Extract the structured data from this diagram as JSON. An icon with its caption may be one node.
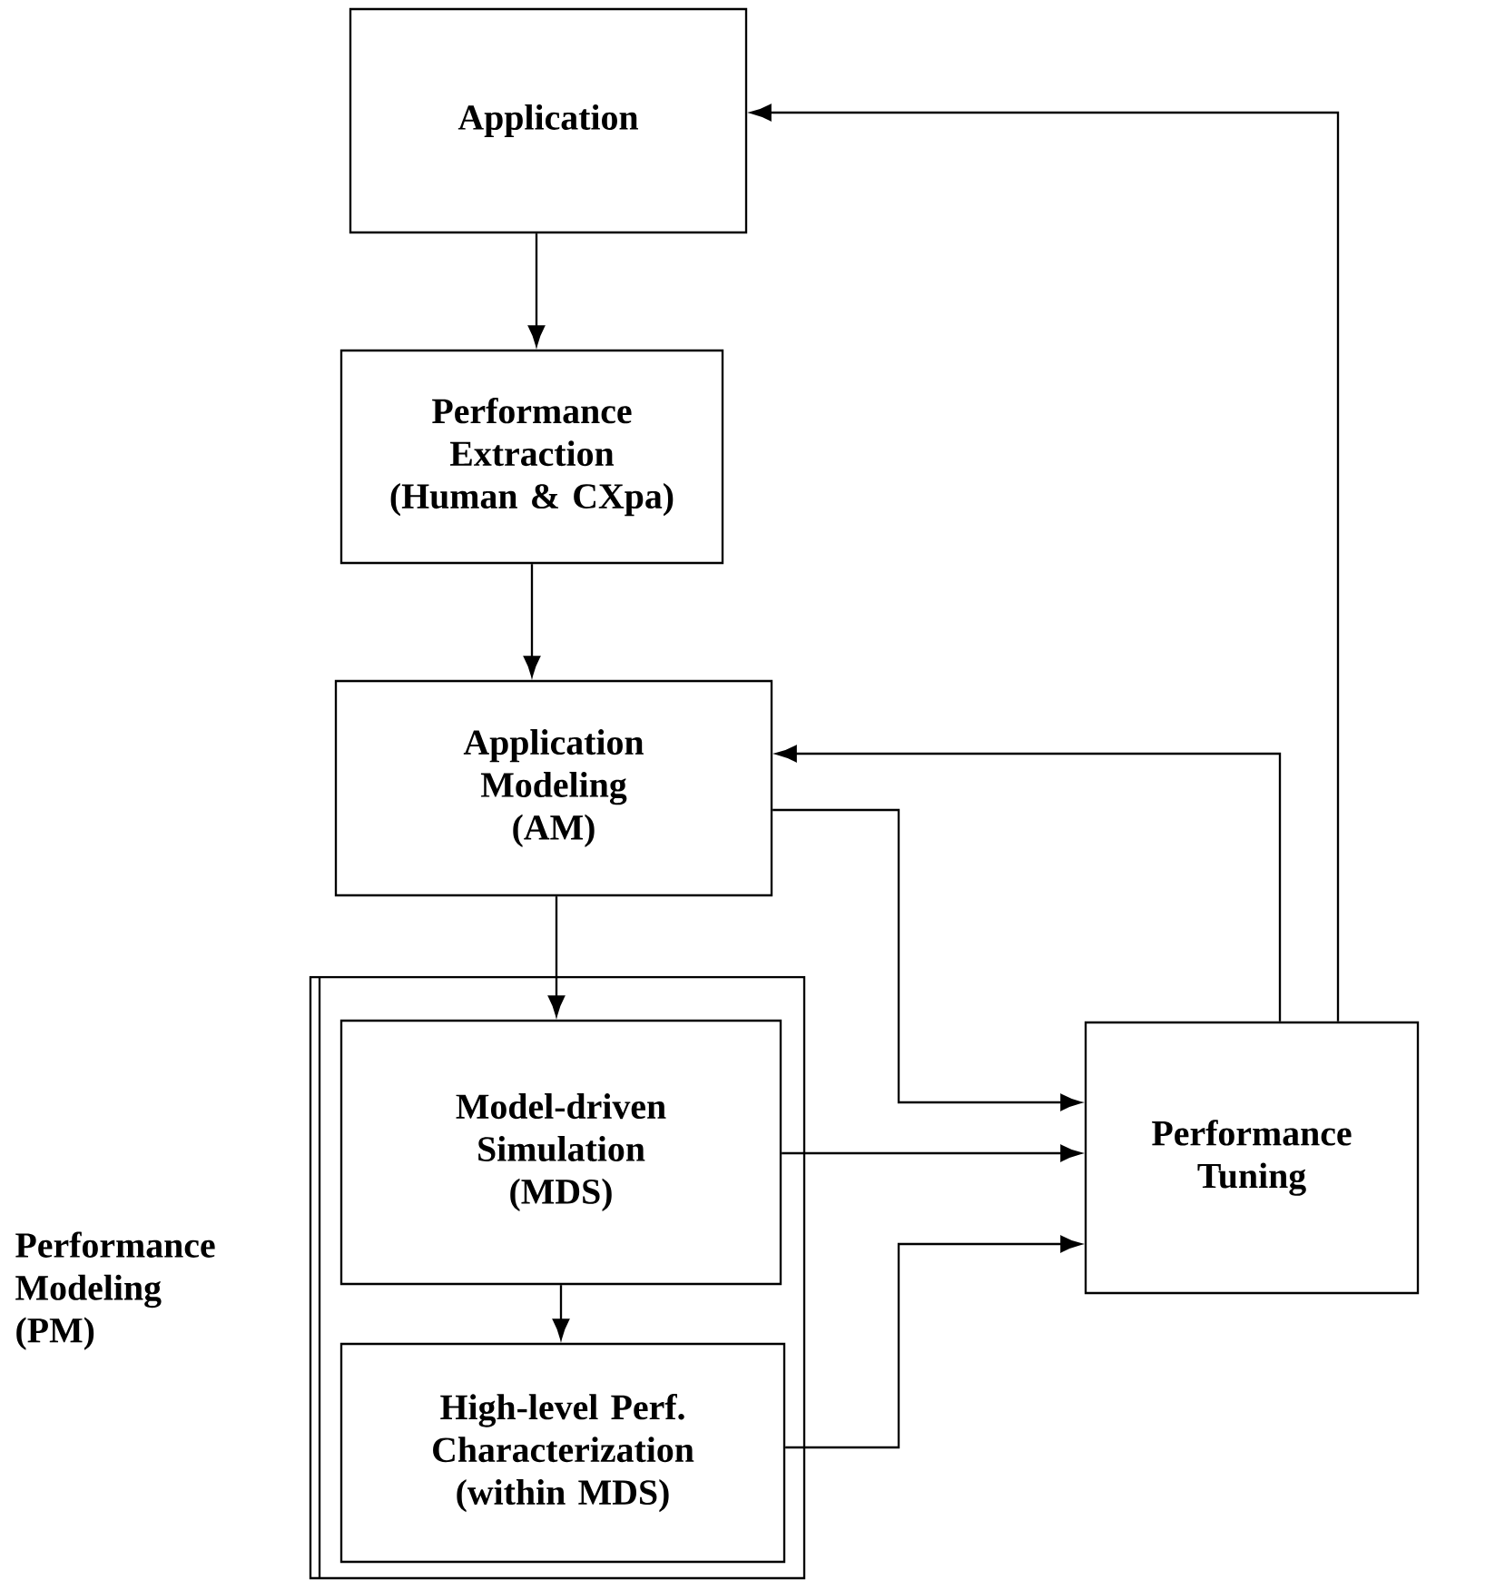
{
  "diagram": {
    "nodes": [
      {
        "text": [
          "Application"
        ]
      },
      {
        "text": [
          "Performance Extraction (Human & CXpa)"
        ]
      },
      {
        "text": [
          "Application Modeling (AM)"
        ]
      },
      {
        "text": [
          "Performance Modeling (PM)"
        ]
      },
      {
        "text": [
          "Model-driven Simulation (MDS)"
        ],
        "in": 3
      },
      {
        "text": [
          "High-level Perf. Characterization (within MDS)"
        ],
        "in": 3
      },
      {
        "text": [
          "Performance Tuning"
        ]
      }
    ],
    "edges": [
      {
        "from": 0,
        "to": 1,
        "arrow": "to"
      },
      {
        "from": 1,
        "to": 2,
        "arrow": "to"
      },
      {
        "from": 2,
        "to": 4,
        "arrow": "to"
      },
      {
        "from": 4,
        "to": 5,
        "arrow": "to"
      },
      {
        "from": 6,
        "to": 0,
        "arrow": "to"
      },
      {
        "from": 6,
        "to": 2,
        "arrow": "to"
      },
      {
        "from": 2,
        "to": 6,
        "arrow": "to"
      },
      {
        "from": 4,
        "to": 6,
        "arrow": "to"
      },
      {
        "from": 5,
        "to": 6,
        "arrow": "to"
      }
    ]
  }
}
